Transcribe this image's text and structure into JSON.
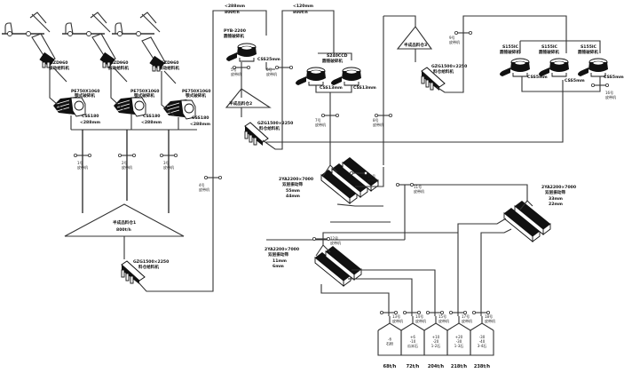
{
  "diagram": {
    "type": "process-flow",
    "subject": "crushing-and-screening-plant"
  },
  "feeders_primary": [
    {
      "model": "GZD960",
      "name": "振动给料机"
    },
    {
      "model": "GZD960",
      "name": "振动给料机"
    },
    {
      "model": "GZD960",
      "name": "振动给料机"
    }
  ],
  "jaw_crushers": [
    {
      "model": "PE750X1060",
      "name": "颚式破碎机",
      "css": "CSS180",
      "output": "<288mm"
    },
    {
      "model": "PE750X1060",
      "name": "颚式破碎机",
      "css": "CSS180",
      "output": "<288mm"
    },
    {
      "model": "PE750X1060",
      "name": "颚式破碎机",
      "css": "CSS180",
      "output": "<288mm"
    }
  ],
  "belts": {
    "b1": "1号\n皮带机",
    "b2": "2号\n皮带机",
    "b3": "3号\n皮带机",
    "b4": "4号\n皮带机",
    "b5": "5号\n皮带机",
    "b6": "6号\n皮带机",
    "b7": "7号\n皮带机",
    "b8": "8号\n皮带机",
    "b9": "9号\n皮带机",
    "b10": "10号\n皮带机",
    "b11": "11号\n皮带机",
    "b12": "12号\n皮带机",
    "b13": "13号\n皮带机",
    "b14": "14号\n皮带机",
    "b15": "15号\n皮带机",
    "b16": "16号\n皮带机",
    "b17": "17号\n皮带机",
    "b18": "18号\n皮带机"
  },
  "stockpiles": [
    {
      "name": "半成品料仓1",
      "capacity": "800t/h"
    },
    {
      "name": "半成品料仓2"
    },
    {
      "name": "半成品料仓3"
    }
  ],
  "bin_feeders": [
    {
      "model": "GZG1500×2250",
      "name": "料仓给料机"
    },
    {
      "model": "GZG1500×2250",
      "name": "料仓给料机"
    },
    {
      "model": "GZG1500×2250",
      "name": "料仓给料机"
    }
  ],
  "flows_top": [
    {
      "size": "<288mm",
      "rate": "800t/h"
    },
    {
      "size": "<120mm",
      "rate": "800t/h"
    }
  ],
  "cone_primary": {
    "model": "PYB-2200",
    "name": "圆锥破碎机",
    "css": "CSS25mm"
  },
  "cone_secondary": {
    "model": "S240CCD",
    "name": "圆锥破碎机",
    "css_left": "CSS13mm",
    "css_right": "CSS13mm"
  },
  "cone_tertiary": [
    {
      "model": "S155IC",
      "name": "圆锥破碎机",
      "css": "CSS5mm"
    },
    {
      "model": "S155IC",
      "name": "圆锥破碎机",
      "css": "CSS5mm"
    },
    {
      "model": "S155IC",
      "name": "圆锥破碎机",
      "css": "CSS5mm"
    }
  ],
  "screens": [
    {
      "model": "2YA2200×7000",
      "name": "双层振动筛",
      "mesh1": "55mm",
      "mesh2": "44mm"
    },
    {
      "model": "2YA2200×7000",
      "name": "双层振动筛",
      "mesh1": "33mm",
      "mesh2": "22mm"
    },
    {
      "model": "2YA2200×7000",
      "name": "双层振动筛",
      "mesh1": "11mm",
      "mesh2": "6mm"
    }
  ],
  "product_bins": [
    {
      "lines": [
        "-6",
        "石粉"
      ],
      "rate": "68t/h"
    },
    {
      "lines": [
        "+6",
        "-10",
        "瓜米石"
      ],
      "rate": "72t/h"
    },
    {
      "lines": [
        "+10",
        "-20",
        "1-2石"
      ],
      "rate": "204t/h"
    },
    {
      "lines": [
        "+20",
        "-30",
        "1-3石"
      ],
      "rate": "218t/h"
    },
    {
      "lines": [
        "-30",
        "-40",
        "3-4石"
      ],
      "rate": "238t/h"
    }
  ]
}
